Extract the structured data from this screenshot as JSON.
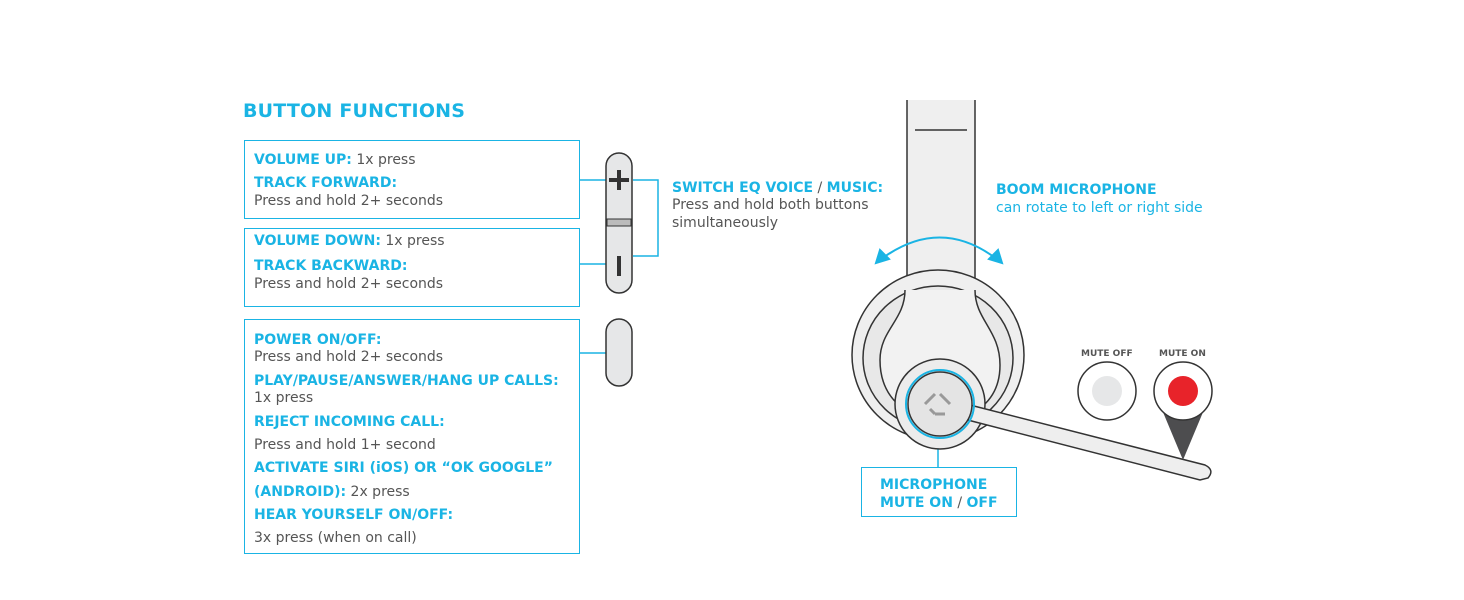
{
  "title": "BUTTON FUNCTIONS",
  "box_volume_up": {
    "label1": "VOLUME UP:",
    "text1": " 1x press",
    "label2": "TRACK FORWARD:",
    "text2": "Press and hold 2+ seconds"
  },
  "box_volume_down": {
    "label1": "VOLUME DOWN:",
    "text1": " 1x press",
    "label2": "TRACK BACKWARD:",
    "text2": "Press and hold 2+ seconds"
  },
  "box_power": {
    "items": [
      {
        "label": "POWER ON/OFF:",
        "text": "Press and hold 2+ seconds"
      },
      {
        "label": "PLAY/PAUSE/ANSWER/HANG UP CALLS:",
        "text": "1x press"
      },
      {
        "label": "REJECT INCOMING CALL:",
        "text": "Press and hold 1+ second"
      },
      {
        "label": "ACTIVATE SIRI (iOS) OR “OK GOOGLE”",
        "text": ""
      },
      {
        "label": "(ANDROID):",
        "text": " 2x press"
      },
      {
        "label": "HEAR YOURSELF ON/OFF:",
        "text": "3x press (when on call)"
      }
    ]
  },
  "switch_eq": {
    "label_a": "SWITCH EQ VOICE",
    "sep": " / ",
    "label_b": "MUSIC:",
    "line1": "Press and hold both buttons",
    "line2": "simultaneously"
  },
  "boom": {
    "title": "BOOM MICROPHONE",
    "text": "can rotate to left or right side"
  },
  "mute_indicator": {
    "off_label": "MUTE OFF",
    "on_label": "MUTE ON"
  },
  "mic_mute": {
    "line1": "MICROPHONE",
    "on": "MUTE ON",
    "sep": " / ",
    "off": "OFF"
  },
  "colors": {
    "accent": "#1ab4e4",
    "mute_on": "#e8232a",
    "mute_off": "#e6e7e8"
  }
}
